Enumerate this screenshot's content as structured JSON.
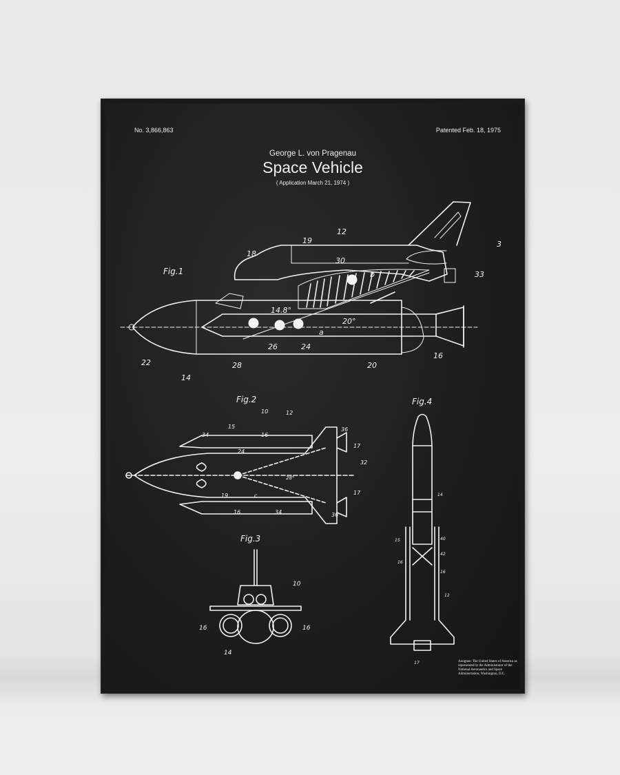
{
  "poster": {
    "patent_number": "No. 3,866,863",
    "patent_date": "Patented Feb. 18, 1975",
    "inventor": "George L. von Pragenau",
    "title": "Space Vehicle",
    "application": "( Application  March 21, 1974 )",
    "assignee": "Assignee: The United States of America as represented by the Administrator of the National Aeronautics and Space Administration, Washington, D.C."
  },
  "figures": {
    "fig1": {
      "label": "Fig.1",
      "refs": [
        "12",
        "19",
        "18",
        "30",
        "3",
        "33",
        "b",
        "14.8°",
        "20°",
        "a",
        "26",
        "24",
        "28",
        "22",
        "14",
        "20",
        "16"
      ]
    },
    "fig2": {
      "label": "Fig.2",
      "refs": [
        "10",
        "12",
        "15",
        "34",
        "16",
        "24",
        "36",
        "17",
        "32",
        "28°",
        "19",
        "c",
        "16",
        "34",
        "36",
        "17"
      ]
    },
    "fig3": {
      "label": "Fig.3",
      "refs": [
        "10",
        "16",
        "16",
        "14"
      ]
    },
    "fig4": {
      "label": "Fig.4",
      "refs": [
        "14",
        "40",
        "15",
        "42",
        "16",
        "16",
        "12",
        "17"
      ]
    }
  },
  "colors": {
    "chalkboard": "#1e1e1e",
    "chalk": "#f2f2f2",
    "frame": "#1a1a1a",
    "wall": "#e9e9e9"
  }
}
